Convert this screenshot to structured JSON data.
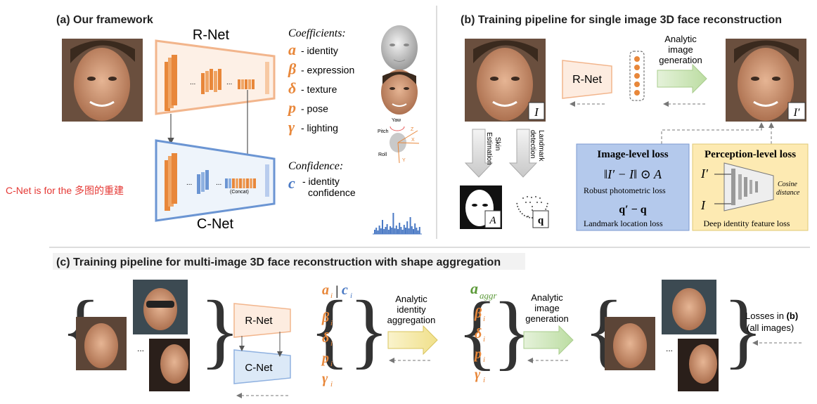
{
  "panel_a": {
    "title": "(a) Our framework",
    "rnet_label": "R-Net",
    "cnet_label": "C-Net",
    "concat_label": "(Concat)",
    "dots": "...",
    "coefficients_heading": "Coefficients:",
    "coefficients": [
      {
        "symbol": "a",
        "label": "- identity"
      },
      {
        "symbol": "β",
        "label": "- expression"
      },
      {
        "symbol": "δ",
        "label": "- texture"
      },
      {
        "symbol": "p",
        "label": "- pose"
      },
      {
        "symbol": "γ",
        "label": "- lighting"
      }
    ],
    "confidence_heading": "Confidence:",
    "confidence_symbol": "c",
    "confidence_label_1": "- identity",
    "confidence_label_2": "confidence",
    "pose_axes": {
      "yaw": "Yaw",
      "pitch": "Pitch",
      "roll": "Roll",
      "z": "Z",
      "x": "X",
      "y": "Y"
    },
    "annotation": "C-Net is for the 多图的重建"
  },
  "panel_b": {
    "title": "(b) Training pipeline for single image 3D face reconstruction",
    "rnet_label": "R-Net",
    "analytic_1": "Analytic",
    "analytic_2": "image",
    "analytic_3": "generation",
    "input_label": "I",
    "output_label": "I′",
    "skin_1": "Skin",
    "skin_2": "Estimation",
    "landmark_1": "Landmark",
    "landmark_2": "detection",
    "mask_label": "A",
    "landmark_label": "q",
    "image_loss_title": "Image-level loss",
    "image_loss_formula": "‖I′ − I‖ ⊙ A",
    "image_loss_1": "Robust photometric loss",
    "landmark_formula": "q′ − q",
    "image_loss_2": "Landmark location loss",
    "perception_title": "Perception-level loss",
    "perc_top": "I′",
    "perc_bottom": "I",
    "cosine_1": "Cosine",
    "cosine_2": "distance",
    "perception_caption": "Deep identity feature loss"
  },
  "panel_c": {
    "title": "(c) Training pipeline for multi-image 3D face reconstruction with shape aggregation",
    "dots": "...",
    "rnet_label": "R-Net",
    "cnet_label": "C-Net",
    "coef_a": "a",
    "coef_c": "c",
    "coef_list": [
      "β",
      "δ",
      "p",
      "γ"
    ],
    "subscript": "i",
    "agg_1": "Analytic",
    "agg_2": "identity",
    "agg_3": "aggregation",
    "aggr_symbol": "a",
    "aggr_sub": "aggr",
    "gen_1": "Analytic",
    "gen_2": "image",
    "gen_3": "generation",
    "losses_1": "Losses in ",
    "losses_b": "(b)",
    "losses_2": "(all images)"
  },
  "colors": {
    "orange": "#e8873a",
    "rnet_fill": "#fbe6d6",
    "cnet_fill": "#dce9f7",
    "blue": "#4a79c4",
    "green_arrow": "#c9e3b4",
    "yellow_arrow": "#f6eeb0",
    "image_loss_bg": "#b4c9ec",
    "perception_bg": "#fdeab2",
    "annotation_red": "#e53935"
  }
}
